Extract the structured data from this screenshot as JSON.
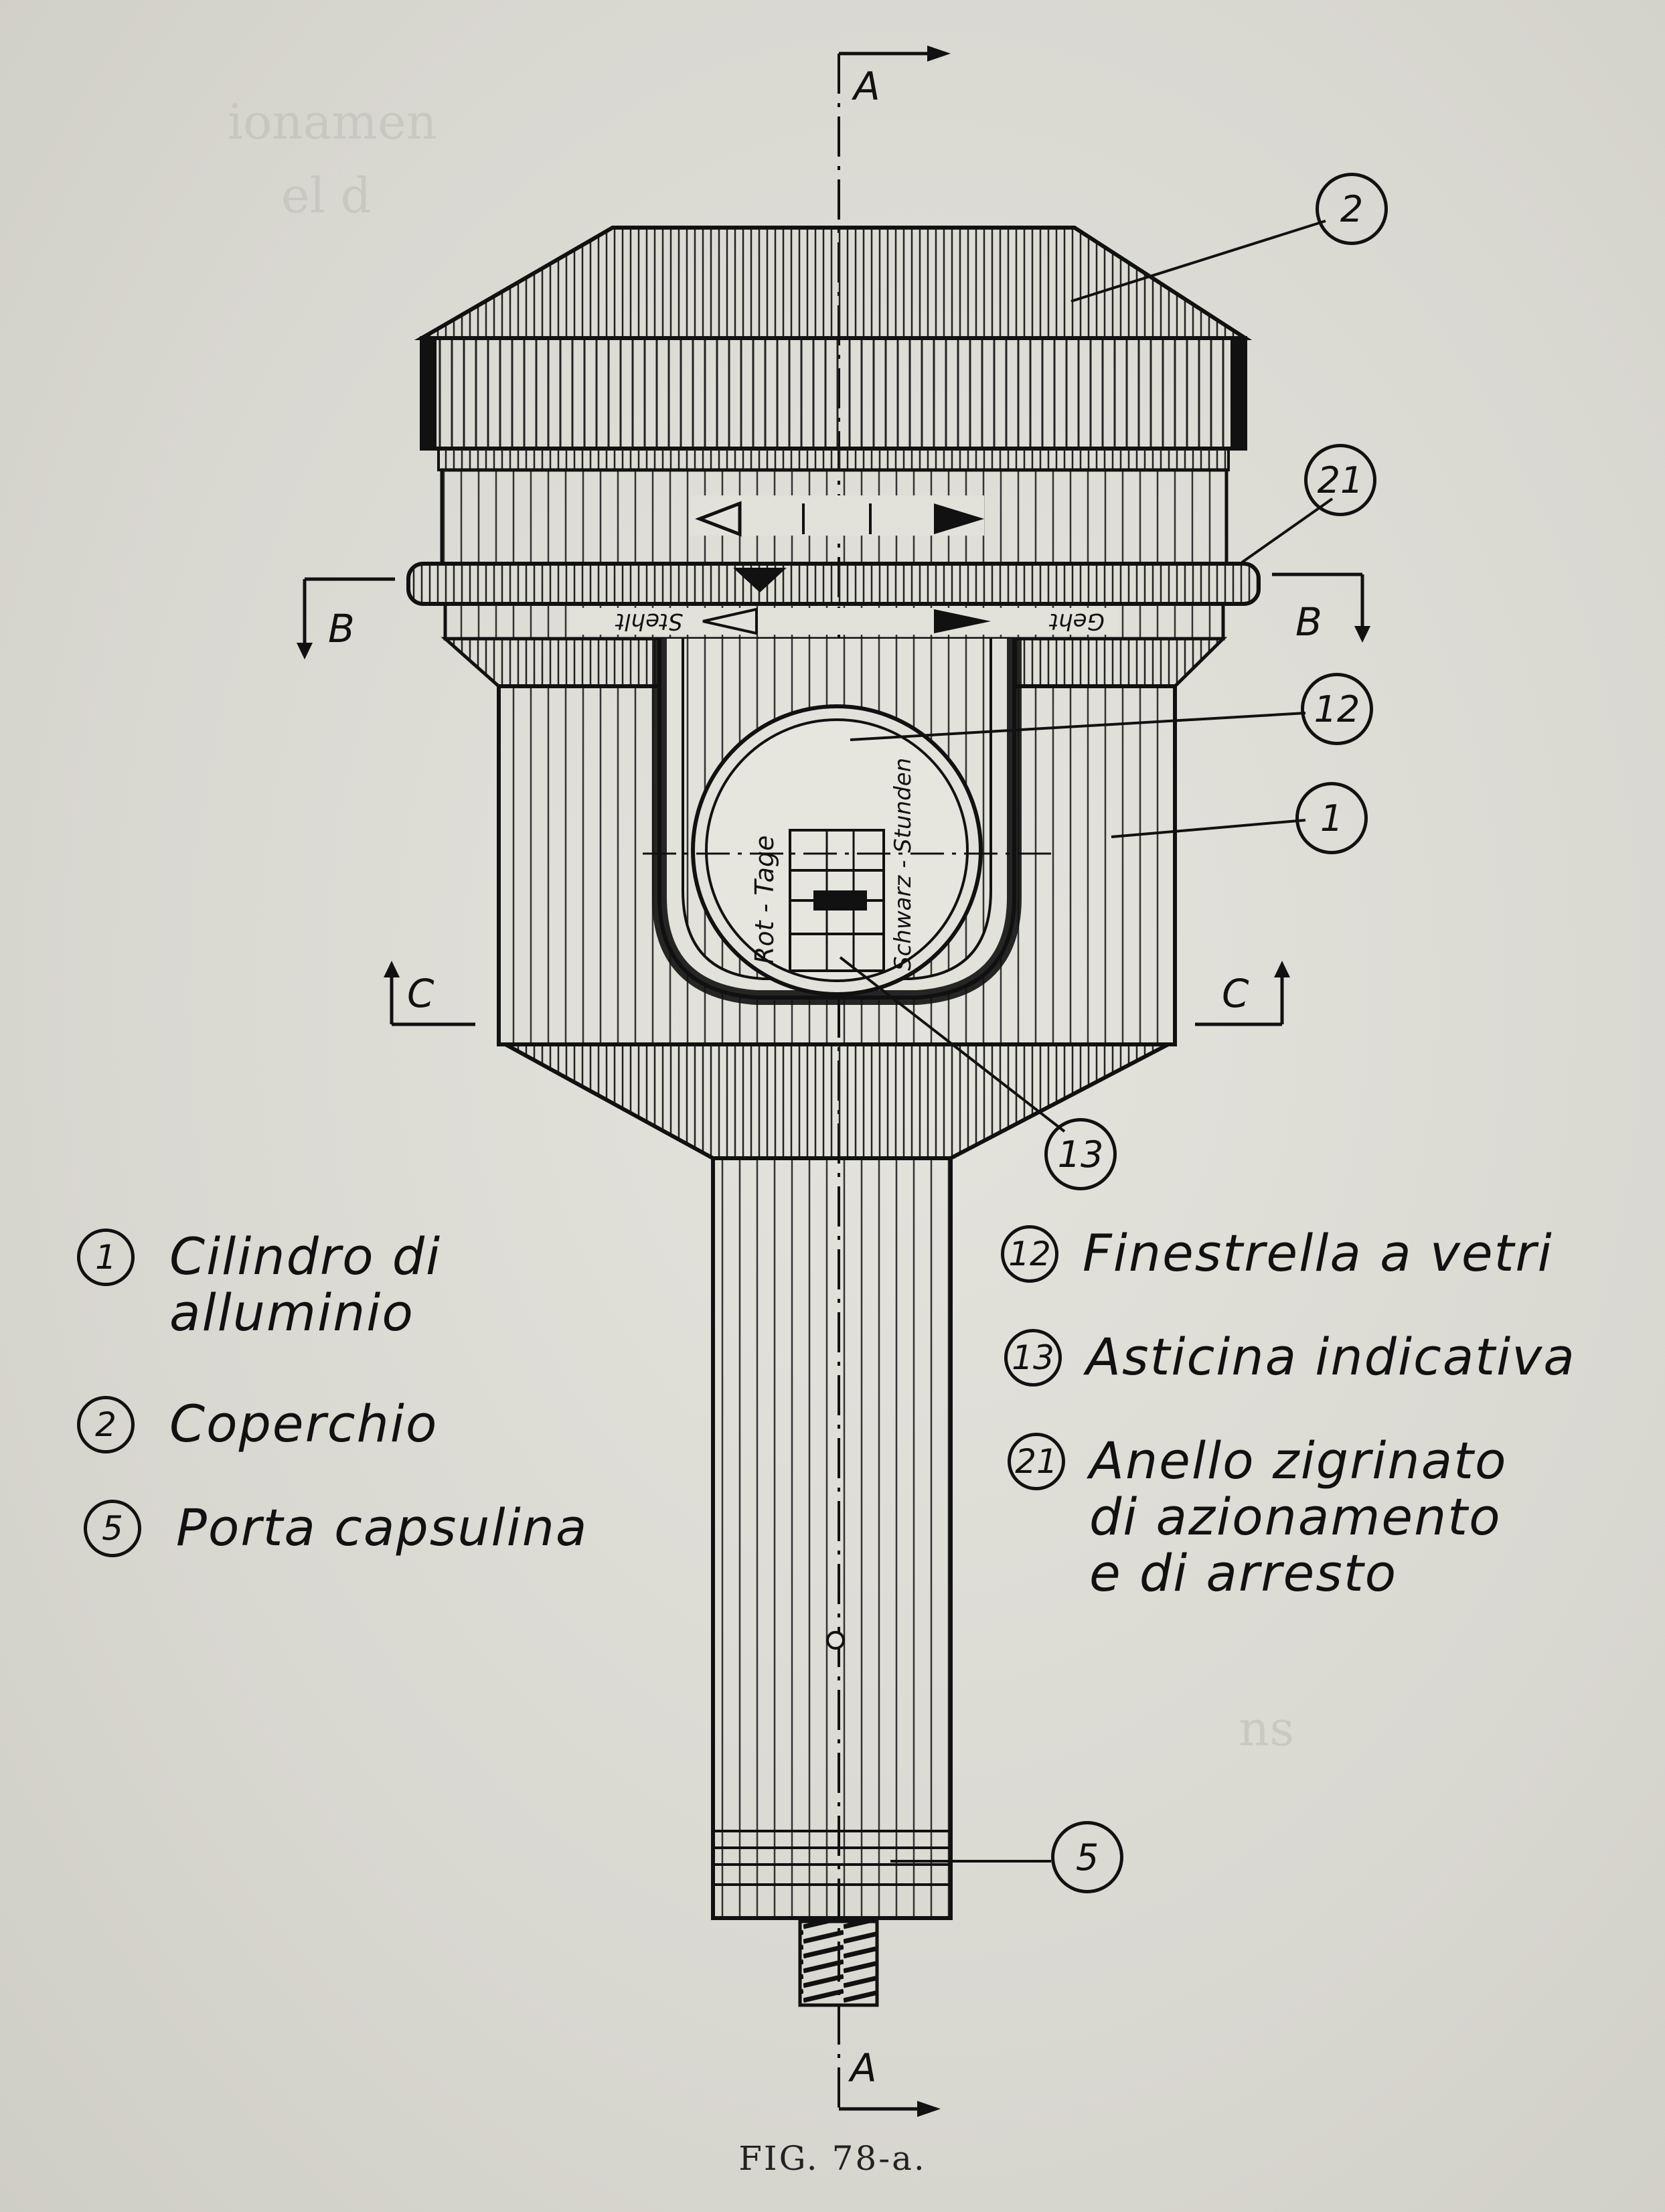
{
  "figure": {
    "caption": "FIG. 78-a.",
    "section_marks": [
      "A",
      "A",
      "B",
      "B",
      "C",
      "C"
    ],
    "window_labels": [
      "Rot - Tage",
      "Schwarz - Stunden"
    ],
    "ring_labels": [
      "Stehlt",
      "Geht"
    ],
    "callouts": {
      "c1": "1",
      "c2": "2",
      "c5": "5",
      "c12": "12",
      "c13": "13",
      "c21": "21"
    }
  },
  "legend": {
    "left": [
      {
        "num": "1",
        "text": "Cilindro di\nalluminio"
      },
      {
        "num": "2",
        "text": "Coperchio"
      },
      {
        "num": "5",
        "text": "Porta capsulina"
      }
    ],
    "right": [
      {
        "num": "12",
        "text": "Finestrella a vetri"
      },
      {
        "num": "13",
        "text": "Asticina indicativa"
      },
      {
        "num": "21",
        "text": "Anello zigrinato\ndi azionamento\ne di arresto"
      }
    ]
  },
  "bleed_through": [
    "ionamen",
    "el d",
    "ns"
  ],
  "colors": {
    "paper": "#dcdbd4",
    "ink": "#111111"
  }
}
